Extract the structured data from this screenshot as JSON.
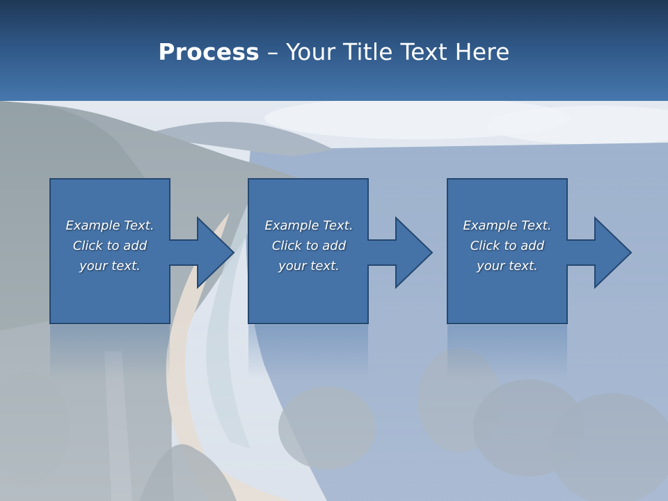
{
  "slide": {
    "title_bold": "Process",
    "title_rest": " – Your Title Text Here"
  },
  "steps": [
    {
      "line1": "Example Text.",
      "line2": "Click  to add",
      "line3": "your text."
    },
    {
      "line1": "Example Text.",
      "line2": "Click  to add",
      "line3": "your text."
    },
    {
      "line1": "Example Text.",
      "line2": "Click  to add",
      "line3": "your text."
    }
  ],
  "colors": {
    "box_fill": "#4573a8",
    "box_border": "#24476f",
    "title_bar_top": "#1f3856",
    "title_bar_bottom": "#4677ad"
  }
}
